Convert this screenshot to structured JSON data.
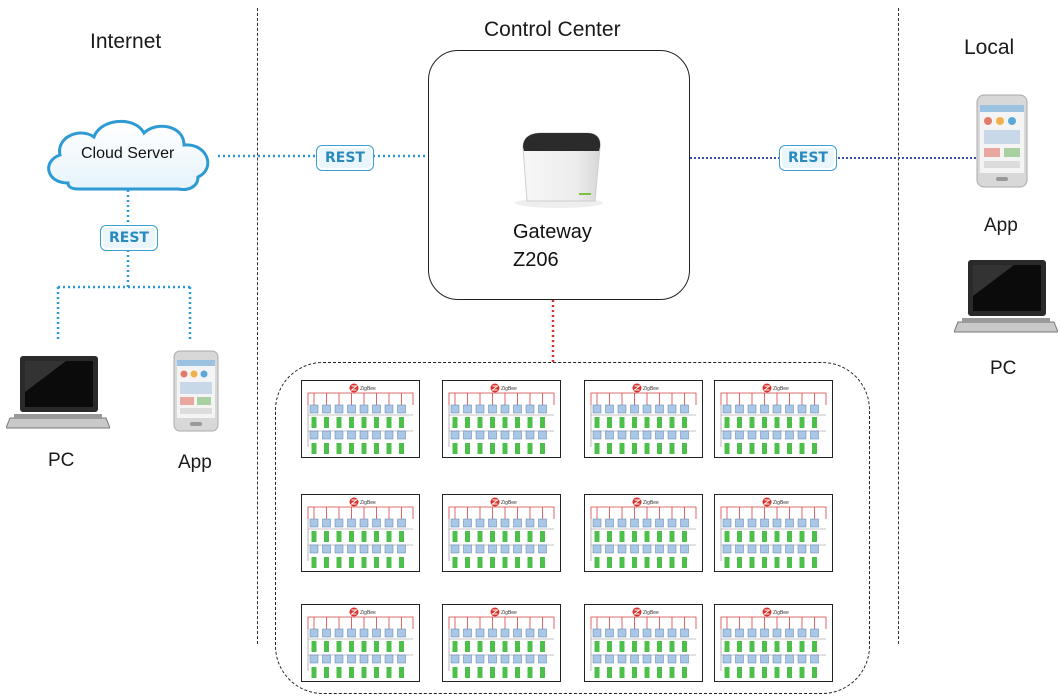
{
  "sections": {
    "internet": "Internet",
    "control_center": "Control Center",
    "local": "Local"
  },
  "cloud": {
    "label": "Cloud Server"
  },
  "rest": {
    "label": "REST"
  },
  "gateway": {
    "line1": "Gateway",
    "line2": "Z206"
  },
  "internet_devices": {
    "pc": "PC",
    "app": "App"
  },
  "local_devices": {
    "app": "App",
    "pc": "PC"
  },
  "module_brand": "ZigBee",
  "colors": {
    "rest_border": "#3aa0d0",
    "internet_link": "#2a9ad6",
    "local_link": "#3a4fb0",
    "zigbee_link": "#d9302c"
  },
  "zigbee_cluster": {
    "rows": 3,
    "columns": 4
  }
}
